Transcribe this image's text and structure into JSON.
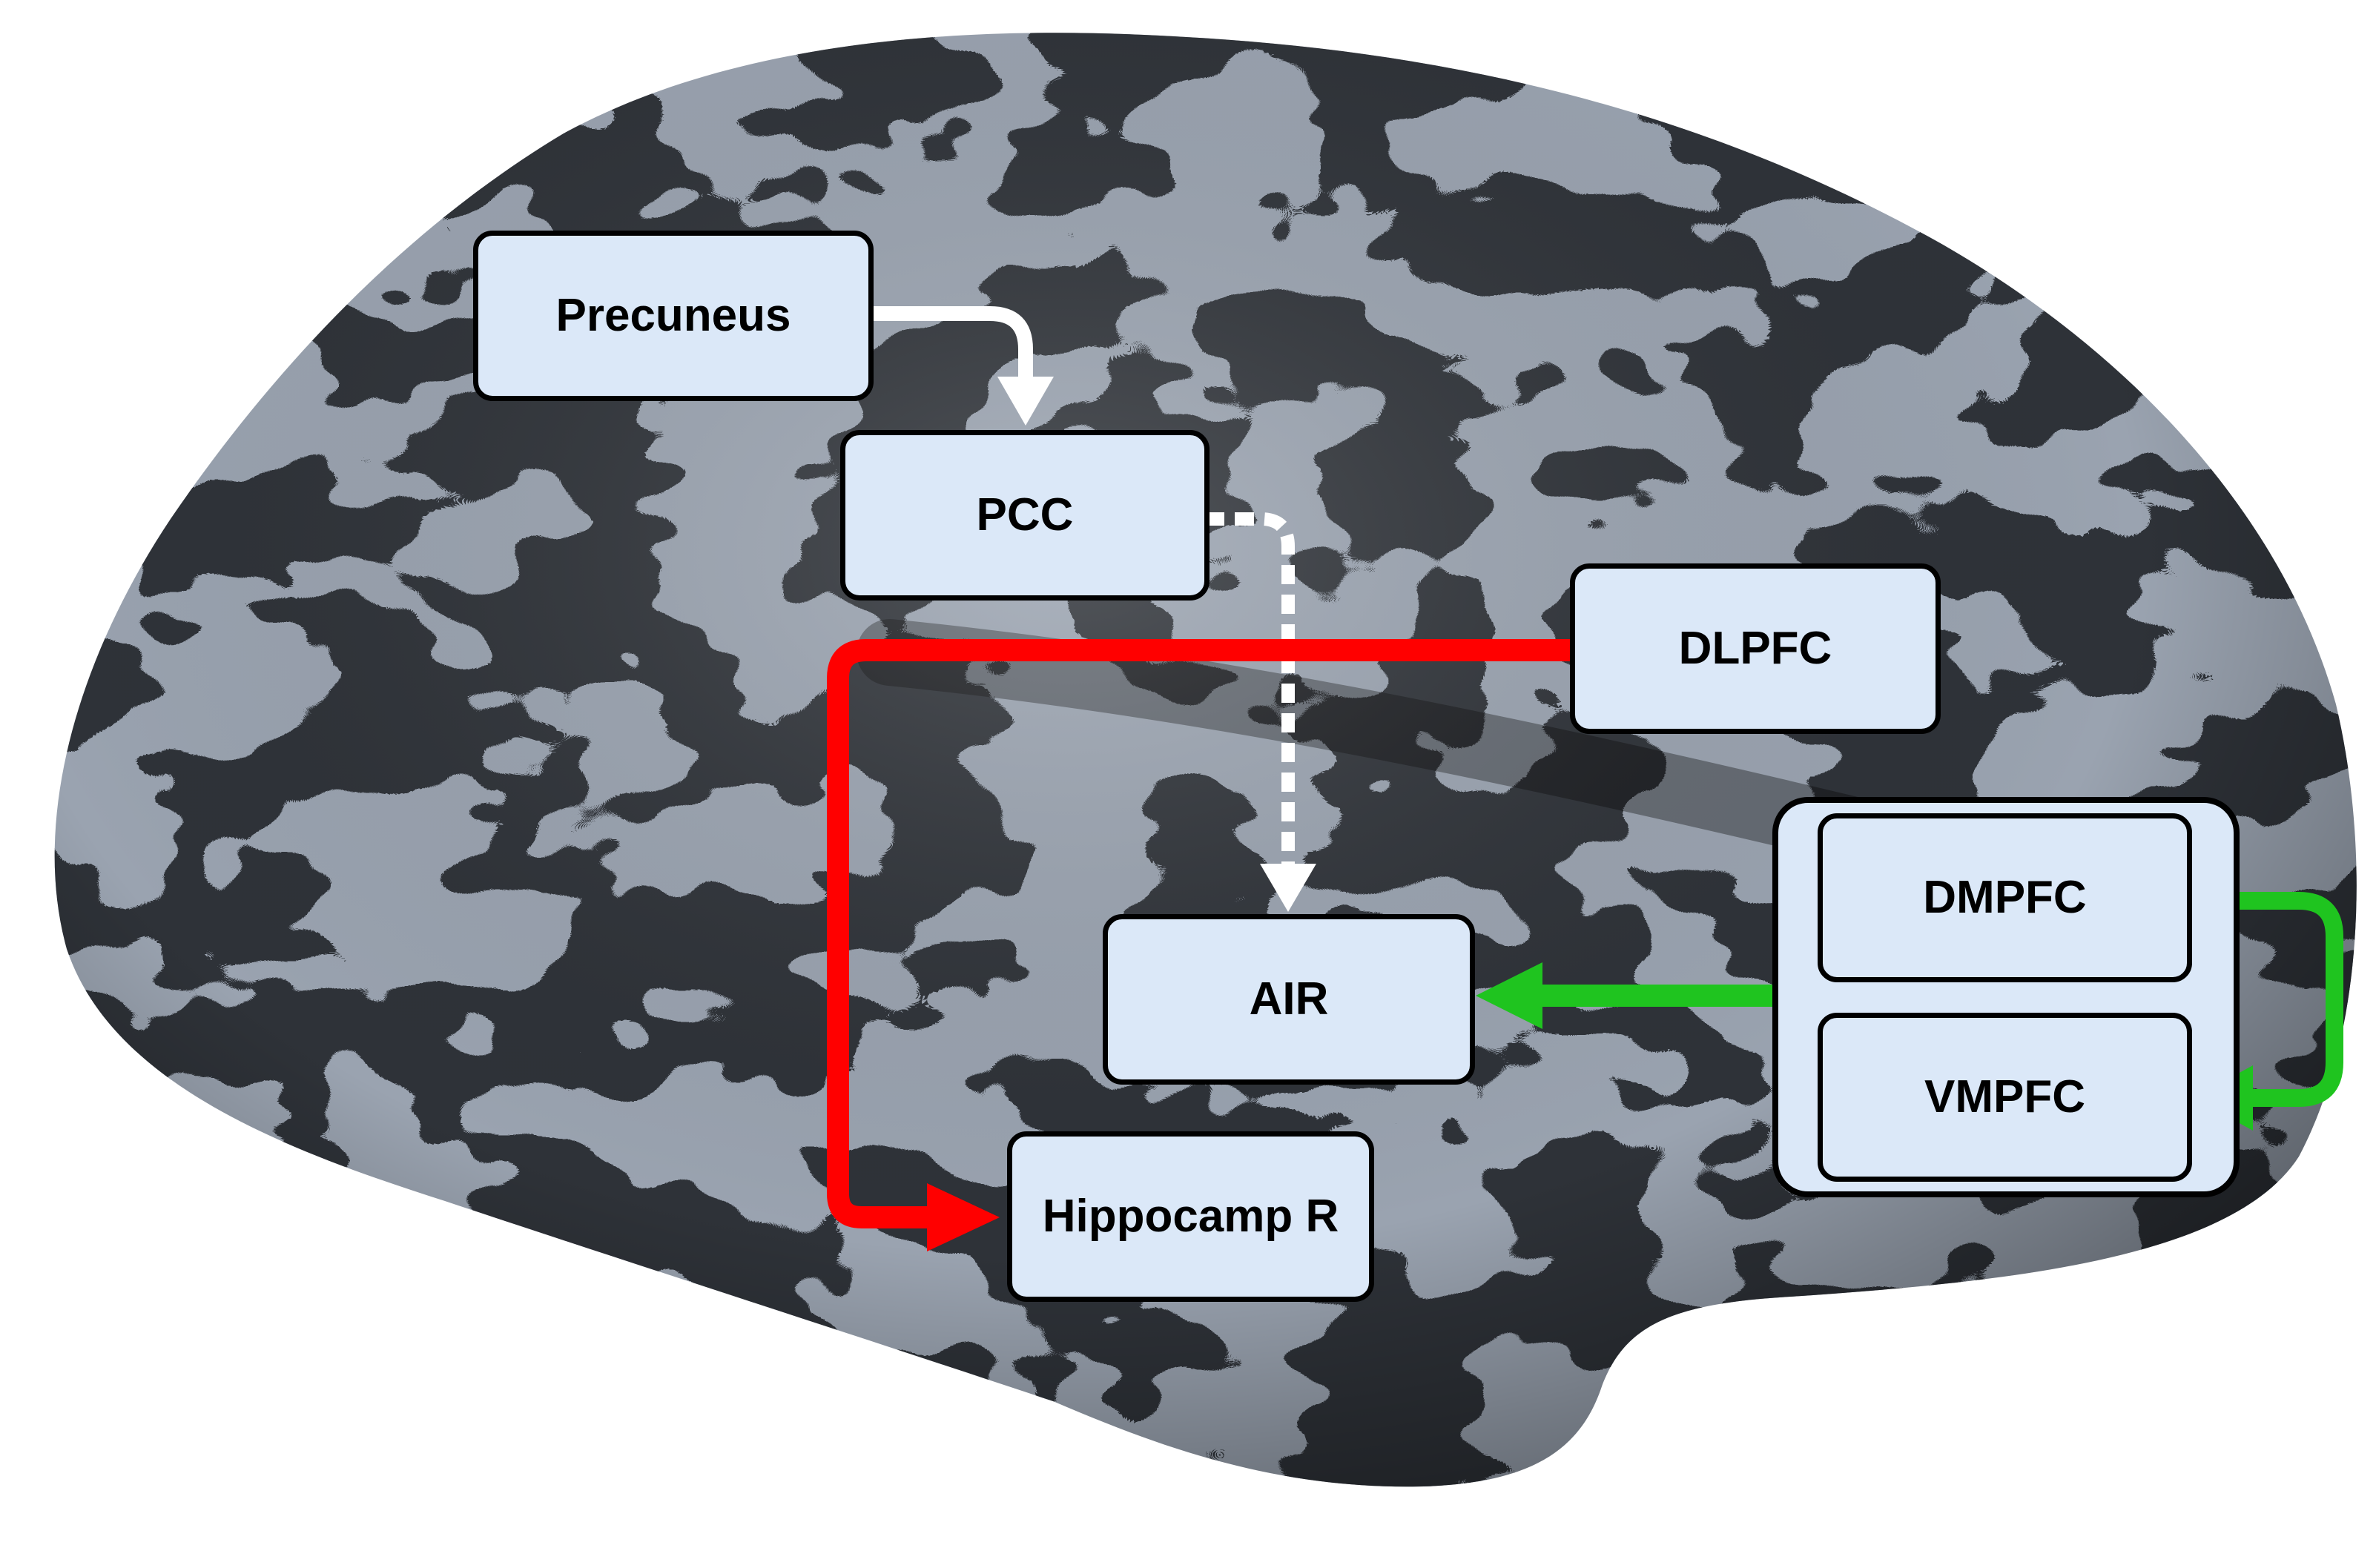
{
  "colors": {
    "box_fill": "#dbe8f8",
    "box_border": "#000000",
    "brain_light": "#9aa3b0",
    "brain_dark": "#2f3338",
    "arrow_white": "#ffffff",
    "arrow_red": "#ff0000",
    "arrow_green": "#1fc41f"
  },
  "nodes": {
    "precuneus": "Precuneus",
    "pcc": "PCC",
    "dlpfc": "DLPFC",
    "air": "AIR",
    "hippocamp": "Hippocamp R",
    "dmpfc": "DMPFC",
    "vmpfc": "VMPFC"
  },
  "edges": [
    {
      "from": "Precuneus",
      "to": "PCC",
      "style": "solid",
      "color": "white"
    },
    {
      "from": "PCC",
      "to": "AIR",
      "style": "dotted",
      "color": "white"
    },
    {
      "from": "DLPFC",
      "to": "Hippocamp R",
      "style": "solid",
      "color": "red"
    },
    {
      "from": "DMPFC",
      "to": "VMPFC",
      "style": "solid",
      "color": "green"
    },
    {
      "from": "DMPFC / VMPFC",
      "to": "AIR",
      "style": "solid",
      "color": "green"
    }
  ]
}
